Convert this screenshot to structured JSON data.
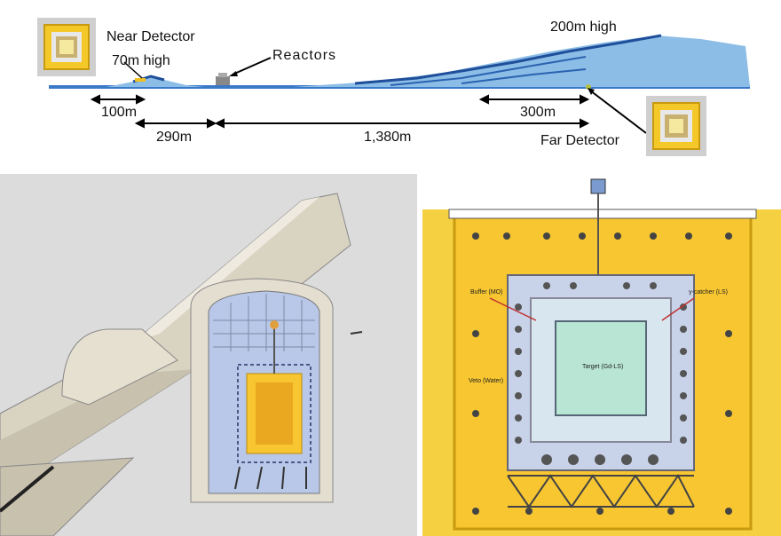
{
  "profile": {
    "near_detector": "Near Detector",
    "near_height": "70m high",
    "reactors": "Reactors",
    "far_height": "200m high",
    "far_detector": "Far Detector",
    "dist_100": "100m",
    "dist_290": "290m",
    "dist_1380": "1,380m",
    "dist_300": "300m"
  },
  "detector_labels": {
    "buffer": "Buffer (MO)",
    "gamma_catcher": "γ-catcher (LS)",
    "target": "Target (Gd-LS)",
    "veto": "Veto (Water)"
  },
  "colors": {
    "mountain_light": "#8cbde6",
    "mountain_dark": "#1f4f9a",
    "detector_yellow": "#f7c630",
    "detector_orange": "#f0a020",
    "target_green": "#b9e6d4",
    "tunnel": "#d9d3c2"
  }
}
